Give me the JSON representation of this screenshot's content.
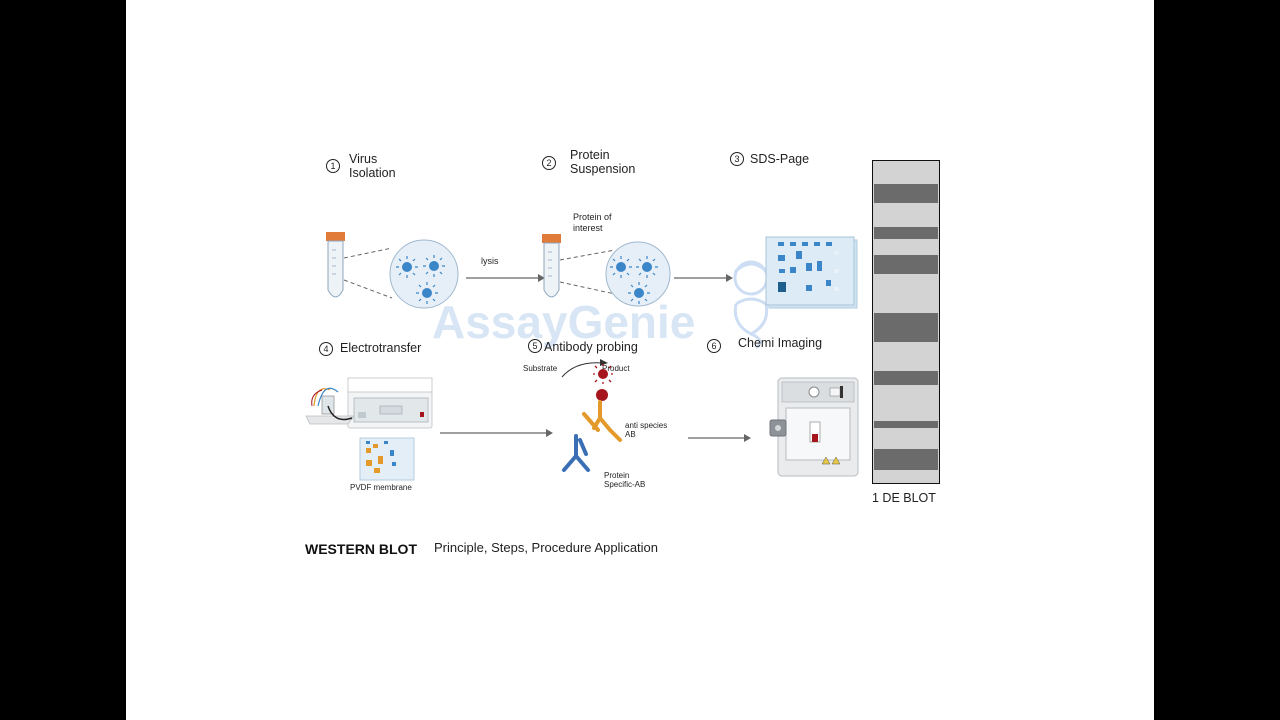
{
  "title": {
    "main": "WESTERN BLOT",
    "subtitle": "Principle, Steps, Procedure Application"
  },
  "watermark": {
    "part1": "Assay",
    "part2": "Genie"
  },
  "steps": [
    {
      "num": "1",
      "line1": "Virus",
      "line2": "Isolation"
    },
    {
      "num": "2",
      "line1": "Protein",
      "line2": "Suspension"
    },
    {
      "num": "3",
      "line1": "SDS-Page",
      "line2": ""
    },
    {
      "num": "4",
      "line1": "Electrotransfer",
      "line2": ""
    },
    {
      "num": "5",
      "line1": "Antibody probing",
      "line2": ""
    },
    {
      "num": "6",
      "line1": "Chemi Imaging",
      "line2": ""
    }
  ],
  "labels": {
    "lysis": "lysis",
    "protein_interest_1": "Protein of",
    "protein_interest_2": "interest",
    "substrate": "Substrate",
    "product": "Product",
    "anti_species_1": "anti species",
    "anti_species_2": "AB",
    "protein_specific_1": "Protein",
    "protein_specific_2": "Specific-AB",
    "pvdf": "PVDF membrane"
  },
  "blot": {
    "label": "1 DE BLOT"
  },
  "colors": {
    "virus": "#3a86c8",
    "tube_cap": "#e07b3a",
    "antibody_blue": "#3b6fb5",
    "antibody_orange": "#e39a2a",
    "antigen_red": "#a5151b",
    "band_gray": "#6b6b6b",
    "lane_gray": "#d3d3d3"
  }
}
